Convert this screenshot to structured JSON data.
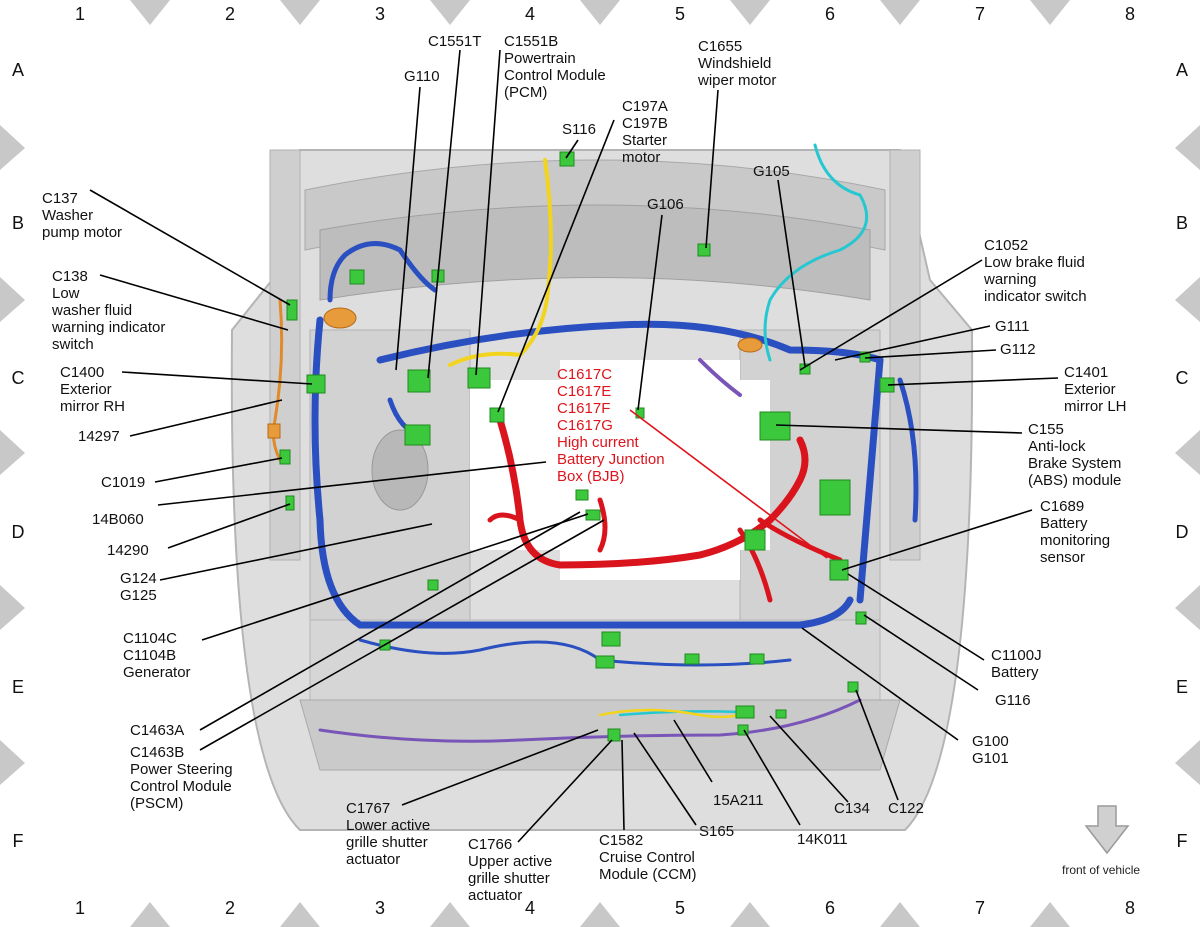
{
  "grid": {
    "columns": [
      "1",
      "2",
      "3",
      "4",
      "5",
      "6",
      "7",
      "8"
    ],
    "rows": [
      "A",
      "B",
      "C",
      "D",
      "E",
      "F"
    ]
  },
  "labels": {
    "c1551t": "C1551T",
    "c1551b": "C1551B\nPowertrain\nControl Module\n(PCM)",
    "g110": "G110",
    "c1655": "C1655\nWindshield\nwiper motor",
    "c197": "C197A\nC197B\nStarter\nmotor",
    "s116": "S116",
    "g106": "G106",
    "g105": "G105",
    "c137": "C137\nWasher\npump motor",
    "c138": "C138\nLow\nwasher fluid\nwarning indicator\nswitch",
    "c1052": "C1052\nLow brake fluid\nwarning\nindicator switch",
    "g111": "G111",
    "g112": "G112",
    "c1400": "C1400\nExterior\nmirror RH",
    "c1401": "C1401\nExterior\nmirror LH",
    "bjb": "C1617C\nC1617E\nC1617F\nC1617G\nHigh current\nBattery Junction\nBox (BJB)",
    "n14297": "14297",
    "c155": "C155\nAnti-lock\nBrake System\n(ABS) module",
    "c1019": "C1019",
    "n14b060": "14B060",
    "c1689": "C1689\nBattery\nmonitoring\nsensor",
    "n14290": "14290",
    "g124": "G124\nG125",
    "c1104": "C1104C\nC1104B\nGenerator",
    "c1100j": "C1100J\nBattery",
    "g116": "G116",
    "c1463a": "C1463A",
    "c1463b": "C1463B\nPower Steering\nControl Module\n(PSCM)",
    "g100": "G100\nG101",
    "c1767": "C1767\nLower active\ngrille shutter\nactuator",
    "c1766": "C1766\nUpper active\ngrille shutter\nactuator",
    "c1582": "C1582\nCruise Control\nModule (CCM)",
    "s165": "S165",
    "n15a211": "15A211",
    "n14k011": "14K011",
    "c134": "C134",
    "c122": "C122"
  },
  "front_of_vehicle": "front of vehicle",
  "colors": {
    "wire_blue": "#2a4fc0",
    "wire_red": "#d9141c",
    "wire_yellow": "#f2d41c",
    "wire_cyan": "#25c7d1",
    "wire_purple": "#7a55b8",
    "wire_orange": "#e08a2a",
    "connector_green": "#3cc83c",
    "label_red": "#e0141c"
  }
}
